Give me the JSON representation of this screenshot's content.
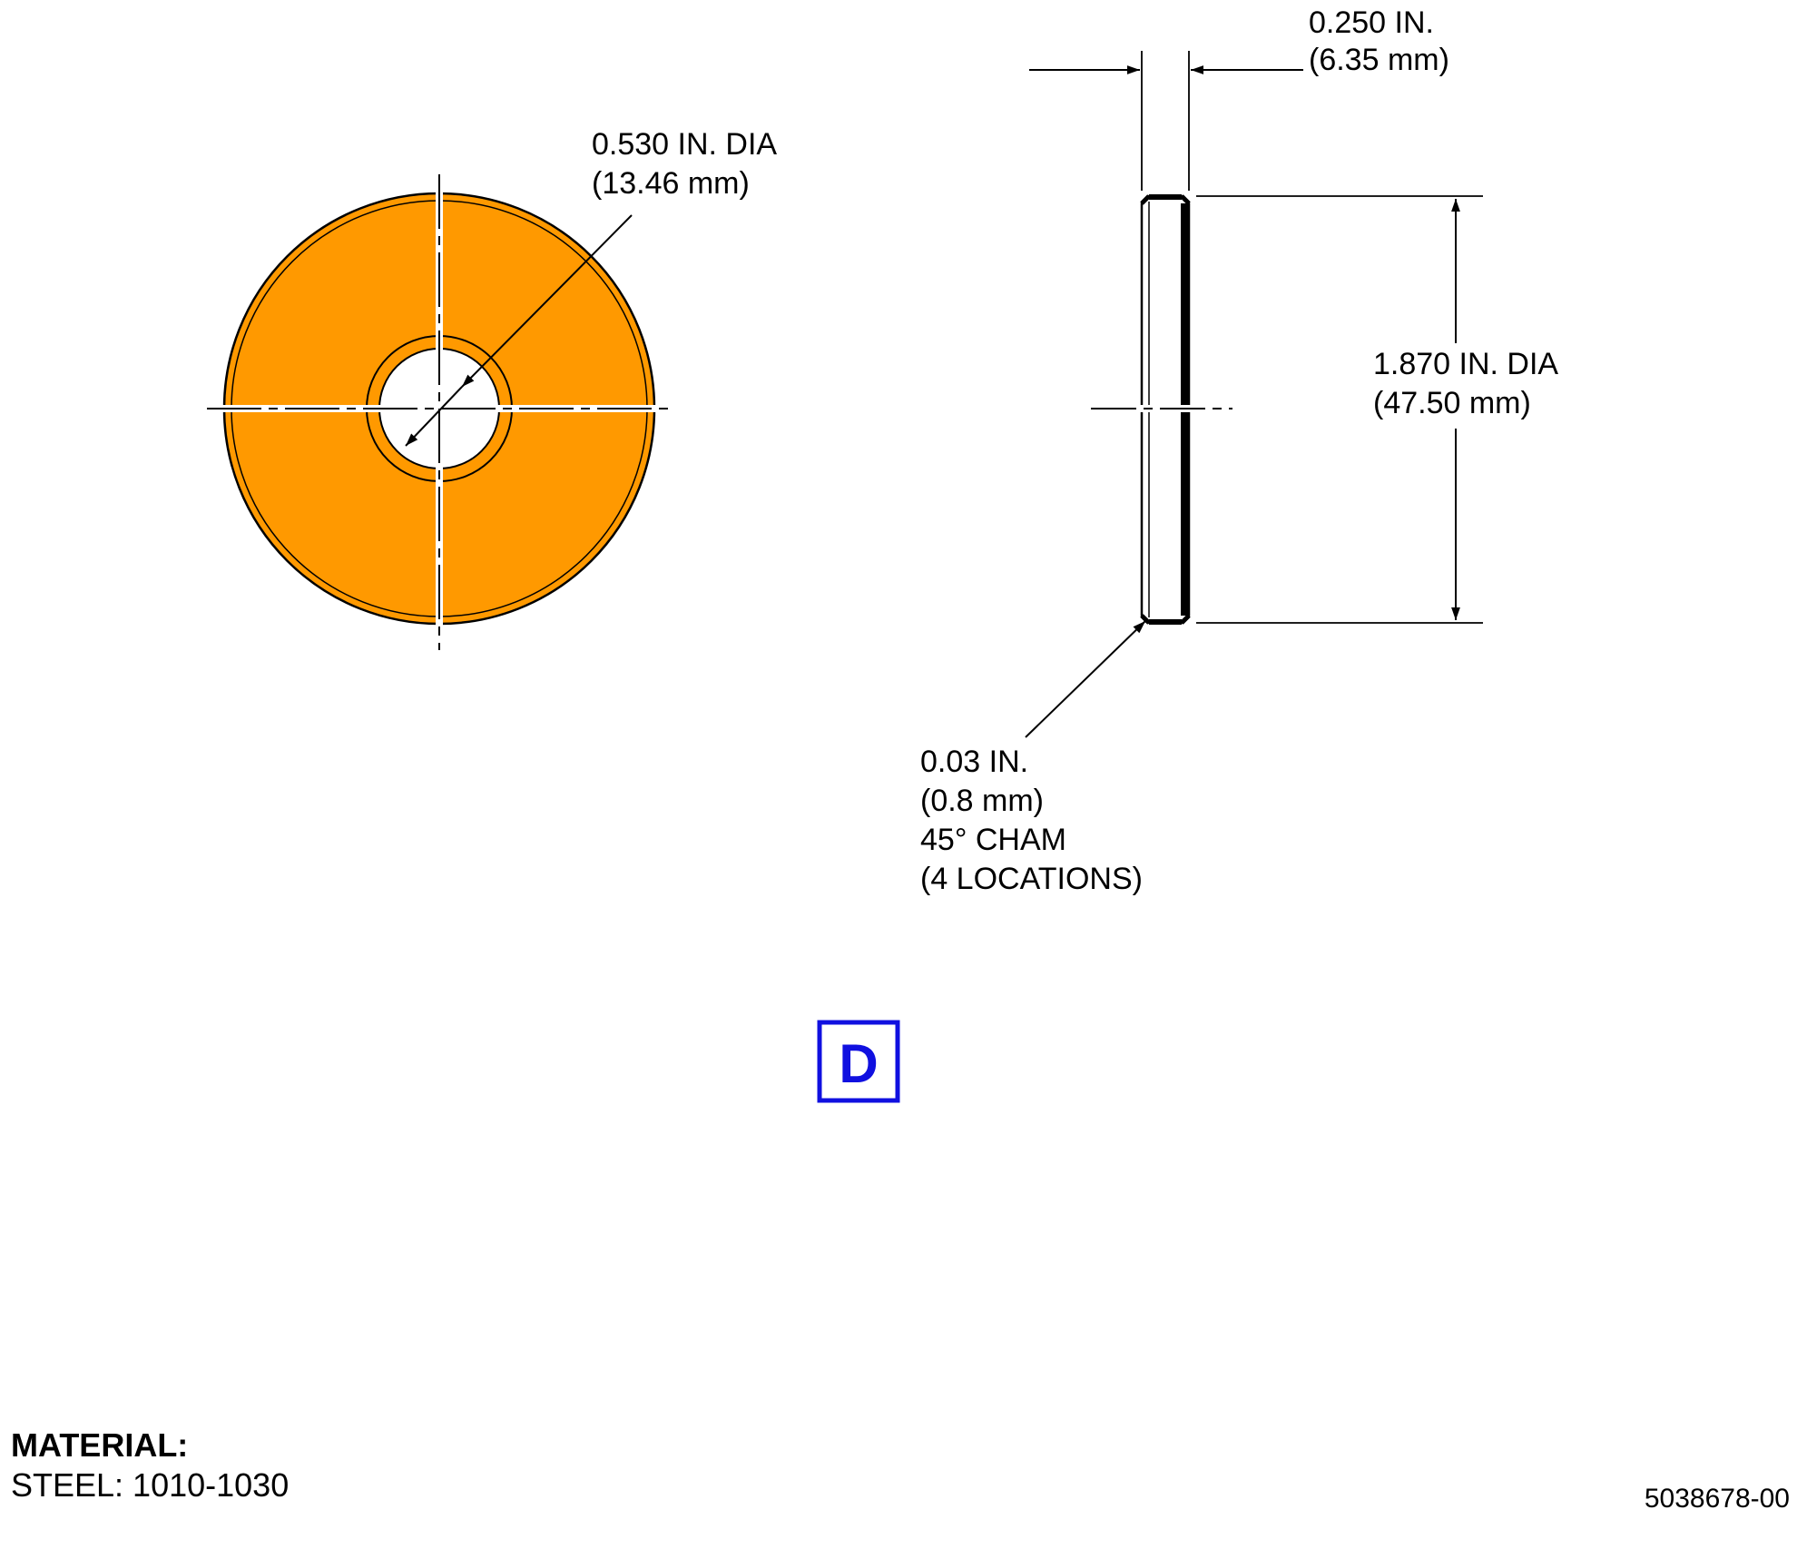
{
  "colors": {
    "washer_fill": "#ff9900",
    "line": "#000000",
    "badge": "#1010e0",
    "background": "#ffffff"
  },
  "dimensions": {
    "inner_dia": {
      "inch": "0.530 IN. DIA",
      "mm": "(13.46 mm)"
    },
    "thickness": {
      "inch": "0.250 IN.",
      "mm": "(6.35 mm)"
    },
    "outer_dia": {
      "inch": "1.870 IN. DIA",
      "mm": "(47.50 mm)"
    },
    "chamfer": {
      "line1": "0.03 IN.",
      "line2": "(0.8 mm)",
      "line3": "45° CHAM",
      "line4": "(4 LOCATIONS)"
    }
  },
  "badge": {
    "letter": "D"
  },
  "material": {
    "title": "MATERIAL:",
    "value": "STEEL: 1010-1030"
  },
  "part_number": "5038678-00"
}
